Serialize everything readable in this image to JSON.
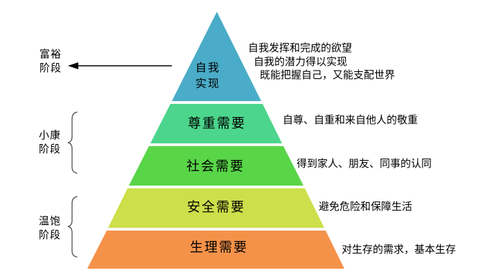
{
  "diagram": {
    "type": "needs-pyramid",
    "stages": [
      {
        "label": "富裕\n阶段"
      },
      {
        "label": "小康\n阶段"
      },
      {
        "label": "温饱\n阶段"
      }
    ],
    "levels": [
      {
        "label": "自我\n实现",
        "color": "#4AACC8",
        "annotation_lines": [
          "自我发挥和完成的欲望",
          "自我的潜力得以实现",
          "既能把握自己，又能支配世界"
        ]
      },
      {
        "label": "尊重需要",
        "color": "#4CD58C",
        "annotation": "自尊、自重和来自他人的敬重"
      },
      {
        "label": "社会需要",
        "color": "#59D548",
        "annotation": "得到家人、朋友、同事的认同"
      },
      {
        "label": "安全需要",
        "color": "#CDDF4A",
        "annotation": "避免危险和保障生活"
      },
      {
        "label": "生理需要",
        "color": "#F5924A",
        "annotation": "对生存的需求，基本生存"
      }
    ],
    "colors": {
      "arrow": "#000000",
      "brace": "#595959"
    }
  }
}
